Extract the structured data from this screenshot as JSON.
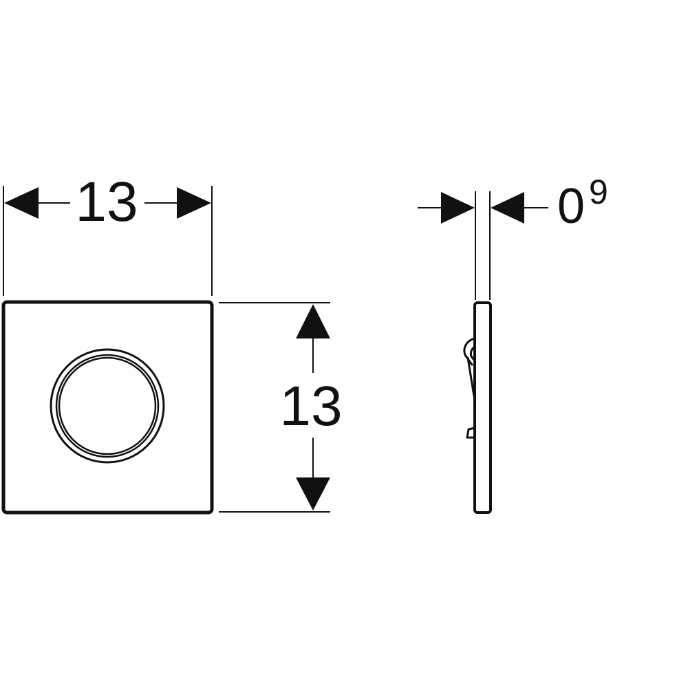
{
  "dimensions": {
    "front_width": "13",
    "front_height": "13",
    "side_thickness_main": "0",
    "side_thickness_sup": "9"
  },
  "colors": {
    "line": "#111111",
    "background": "#ffffff"
  }
}
